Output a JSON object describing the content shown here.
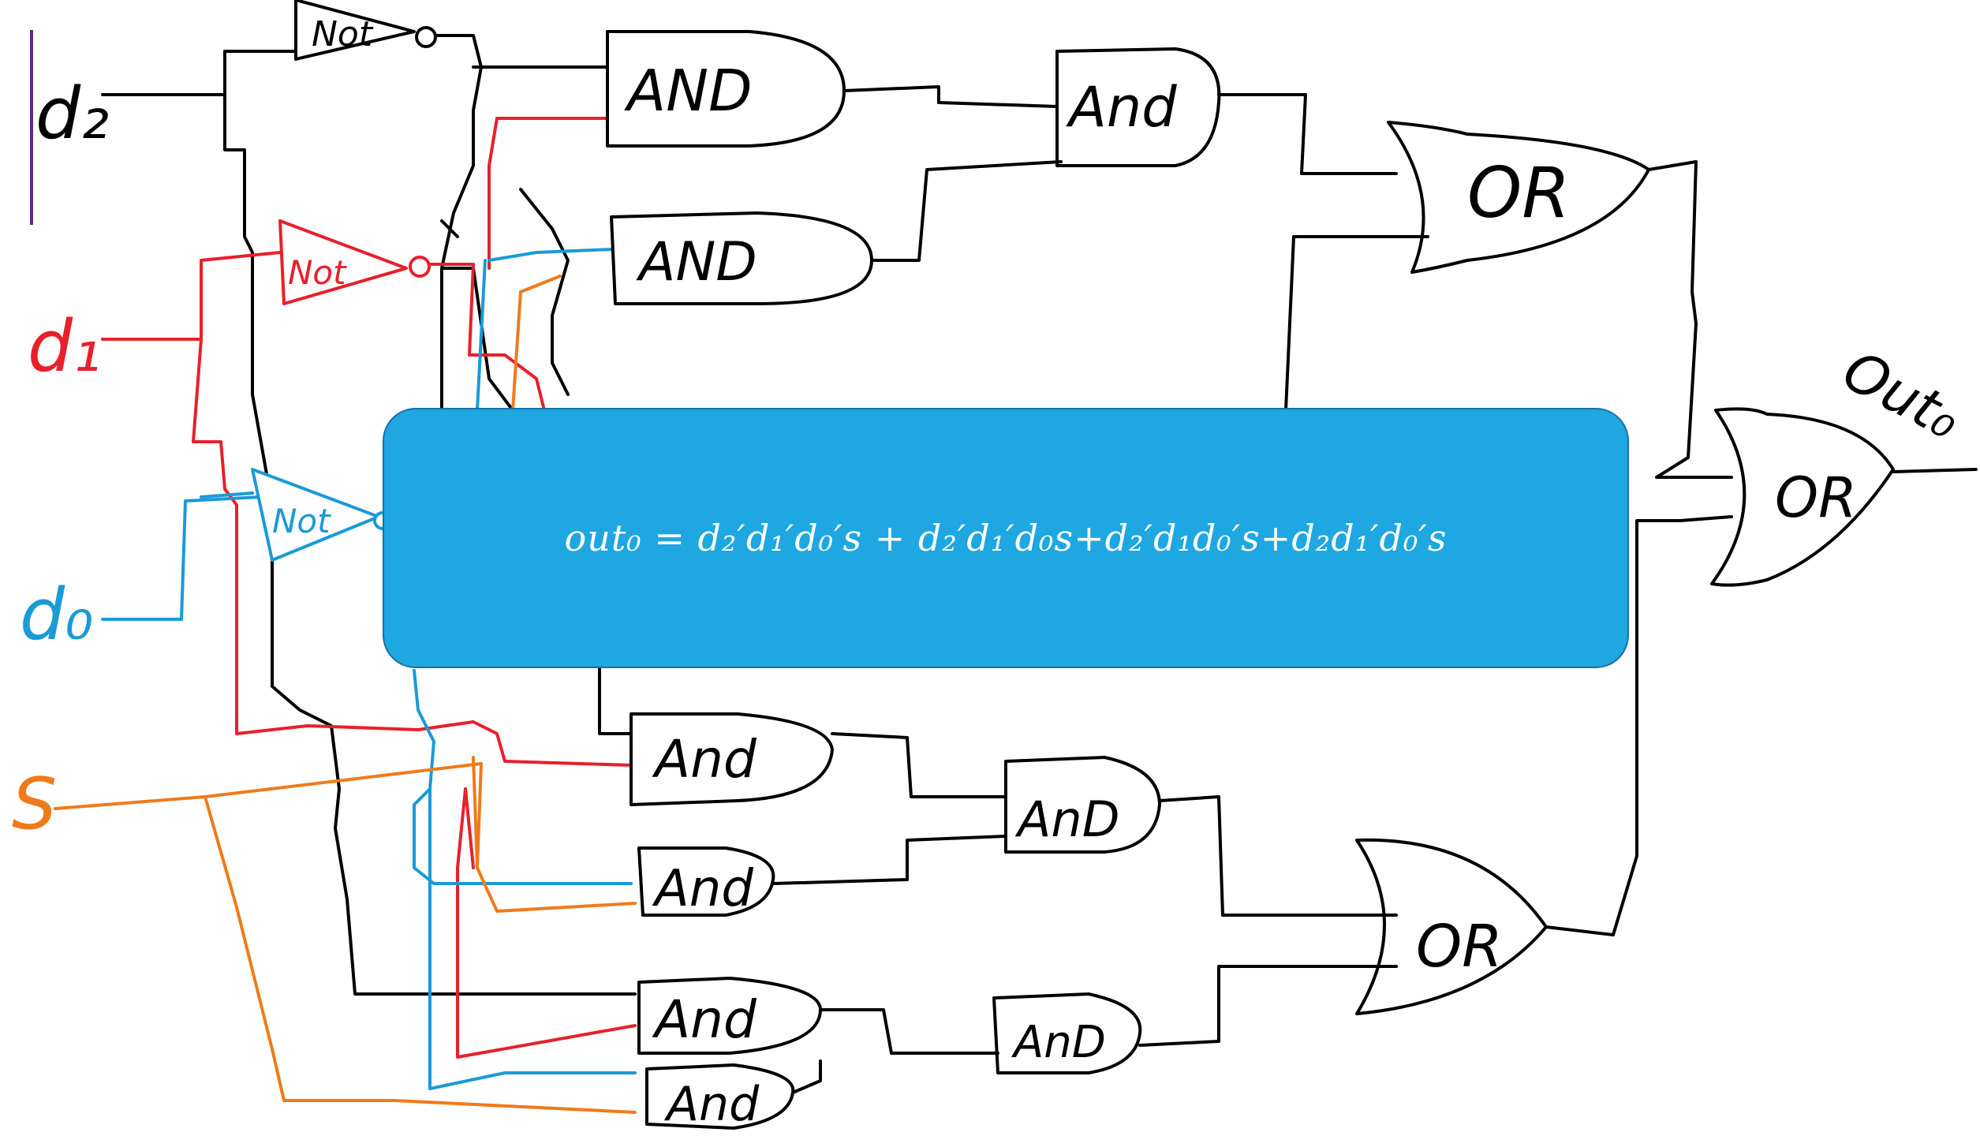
{
  "inputs": {
    "d2": "d₂",
    "d1": "d₁",
    "d0": "d₀",
    "s": "S"
  },
  "output_label": "Out₀",
  "gates": {
    "not_label": "Not",
    "and_upper_1": "AND",
    "and_upper_2": "AND",
    "and_upper_3": "And",
    "or_upper": "OR",
    "or_final": "OR",
    "and_lower_1": "And",
    "and_lower_2": "And",
    "and_lower_3": "And",
    "and_lower_4": "And",
    "and_lower_5": "AnD",
    "and_lower_6": "AnD",
    "or_lower": "OR"
  },
  "equation": "out₀ = d₂′d₁′d₀′s + d₂′d₁′d₀s+d₂′d₁d₀′s+d₂d₁′d₀′s",
  "colors": {
    "d2": "#000000",
    "d1": "#e8202a",
    "d0": "#1a9ad6",
    "s": "#f07a1a",
    "box": "#1ea7e1",
    "bar": "#5b2a86"
  }
}
